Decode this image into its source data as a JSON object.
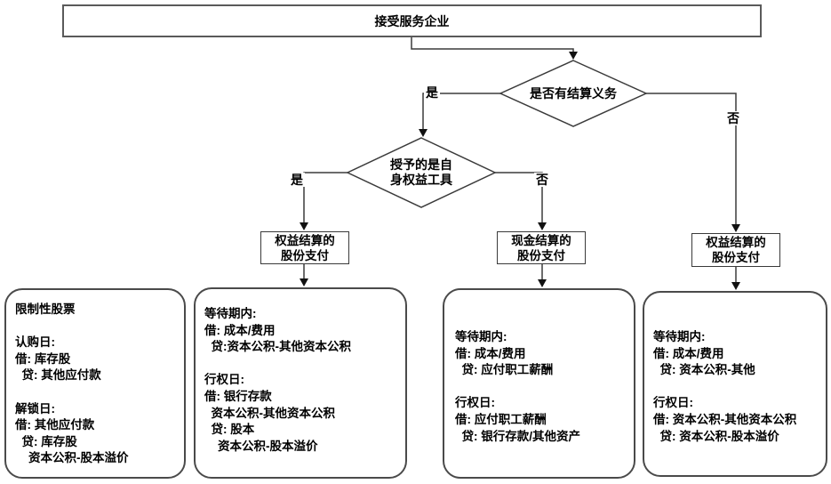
{
  "flowchart": {
    "root_label": "接受服务企业",
    "decision_settlement": {
      "label": "是否有结算义务",
      "yes": "是",
      "no": "否"
    },
    "decision_own_equity": {
      "lines": [
        "授予的是自",
        "身权益工具"
      ],
      "yes": "是",
      "no": "否"
    },
    "process_equity_left": {
      "lines": [
        "权益结算的",
        "股份支付"
      ]
    },
    "process_cash": {
      "lines": [
        "现金结算的",
        "股份支付"
      ]
    },
    "process_equity_right": {
      "lines": [
        "权益结算的",
        "股份支付"
      ]
    },
    "detail_restricted_stock": {
      "lines": [
        "限制性股票",
        "",
        "认购日:",
        "借: 库存股",
        "  贷: 其他应付款",
        "",
        "解锁日:",
        "借: 其他应付款",
        "  贷: 库存股",
        "    资本公积-股本溢价"
      ]
    },
    "detail_equity_settled": {
      "lines": [
        "等待期内:",
        "借: 成本/费用",
        "  贷:资本公积-其他资本公积",
        "",
        "行权日:",
        "借: 银行存款",
        "  资本公积-其他资本公积",
        "  贷: 股本",
        "    资本公积-股本溢价"
      ]
    },
    "detail_cash_settled": {
      "lines": [
        "等待期内:",
        "借: 成本/费用",
        "  贷: 应付职工薪酬",
        "",
        "行权日:",
        "借: 应付职工薪酬",
        "  贷: 银行存款/其他资产"
      ]
    },
    "detail_no_obligation": {
      "lines": [
        "等待期内:",
        "借: 成本/费用",
        "  贷: 资本公积-其他",
        "",
        "行权日:",
        "借: 资本公积-其他资本公积",
        "  贷: 资本公积-股本溢价"
      ]
    },
    "colors": {
      "line": "#3c3c3c",
      "arrow": "#111111",
      "border": "#3a3a3a"
    }
  }
}
